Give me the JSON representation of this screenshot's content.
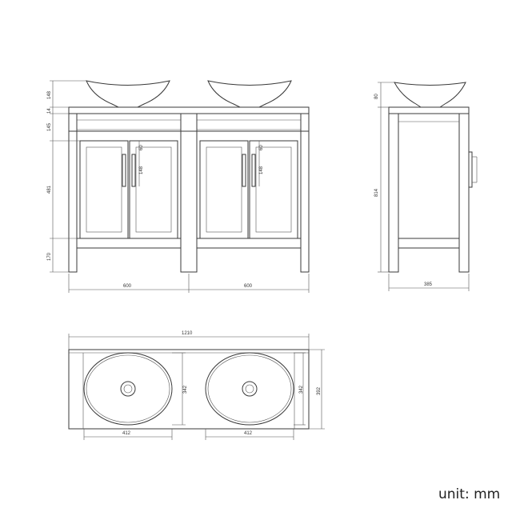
{
  "front_view": {
    "widths": [
      "600",
      "600"
    ],
    "heights": [
      "148",
      "14",
      "145",
      "481",
      "170"
    ],
    "door_panel_offset": "60",
    "handle_length": "148"
  },
  "side_view": {
    "basin_height": "80",
    "total_height": "814",
    "depth": "385"
  },
  "top_view": {
    "total_width": "1210",
    "basin_widths": [
      "412",
      "412"
    ],
    "basin_depths": [
      "342",
      "342"
    ],
    "total_depth": "392"
  },
  "unit_label": "unit: mm"
}
